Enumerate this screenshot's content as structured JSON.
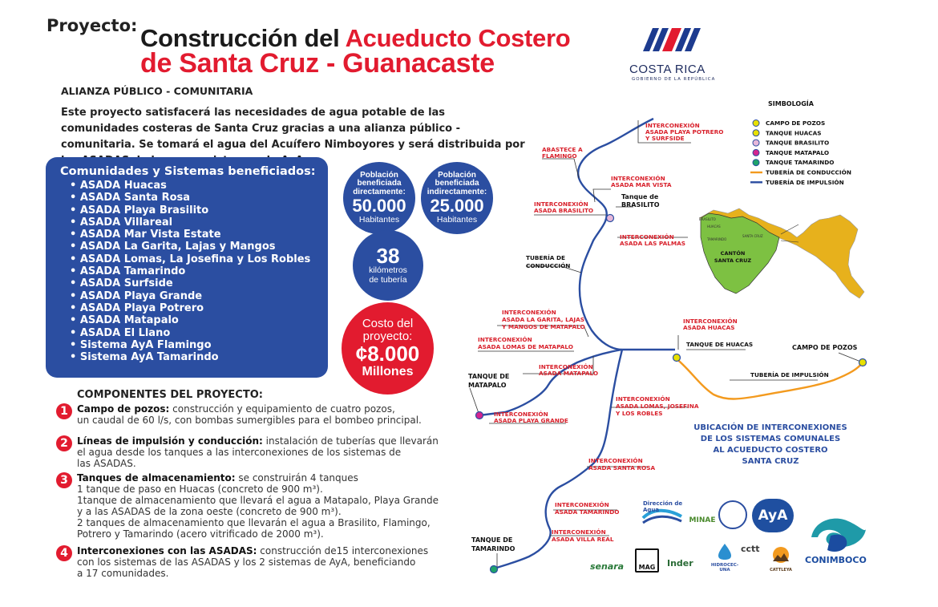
{
  "header": {
    "proyecto_label": "Proyecto:",
    "title_line1_a": "Construcción del ",
    "title_line1_b": "Acueducto Costero",
    "title_line2_a": "de ",
    "title_line2_b": "Santa Cruz - Guanacaste"
  },
  "logo": {
    "name": "COSTA RICA",
    "sub": "GOBIERNO DE LA REPÚBLICA"
  },
  "alianza": "ALIANZA PÚBLICO - COMUNITARIA",
  "intro": "Este proyecto satisfacerá las necesidades de agua potable de las comunidades costeras de Santa Cruz gracias a una alianza público - comunitaria. Se tomará el agua del Acuífero Nimboyores y será distribuida por las ASADAS de la zona y sistemas de AyA.",
  "communities": {
    "title": "Comunidades y Sistemas beneficiados:",
    "items": [
      "ASADA Huacas",
      "ASADA Santa Rosa",
      "ASADA Playa Brasilito",
      "ASADA Villareal",
      "ASADA Mar Vista Estate",
      "ASADA La Garita, Lajas y Mangos",
      "ASADA Lomas, La Josefina y Los Robles",
      "ASADA Tamarindo",
      "ASADA Surfside",
      "ASADA Playa Grande",
      "ASADA Playa Potrero",
      "ASADA Matapalo",
      "ASADA El Llano",
      "Sistema AyA Flamingo",
      "Sistema AyA Tamarindo"
    ]
  },
  "stats": {
    "pob_directa": {
      "label1": "Población",
      "label2": "beneficiada",
      "label3": "directamente:",
      "value": "50.000",
      "unit": "Habitantes"
    },
    "pob_indirecta": {
      "label1": "Población",
      "label2": "beneficiada",
      "label3": "indirectamente:",
      "value": "25.000",
      "unit": "Habitantes"
    },
    "km": {
      "value": "38",
      "label1": "kilómetros",
      "label2": "de tubería"
    },
    "costo": {
      "label1": "Costo del",
      "label2": "proyecto:",
      "value": "¢8.000",
      "unit": "Millones"
    }
  },
  "components": {
    "title": "COMPONENTES DEL PROYECTO:",
    "items": [
      {
        "num": "1",
        "head": "Campo de pozos:",
        "lines": [
          " construcción y equipamiento de cuatro pozos,",
          "un caudal de 60 l/s, con bombas sumergibles para el bombeo principal."
        ]
      },
      {
        "num": "2",
        "head": "Líneas de impulsión y conducción:",
        "lines": [
          " instalación de tuberías que llevarán",
          " el agua desde los tanques a las interconexiones de los sistemas de",
          "las ASADAS."
        ]
      },
      {
        "num": "3",
        "head": "Tanques de almacenamiento:",
        "lines": [
          " se construirán 4 tanques",
          "1 tanque de paso en Huacas (concreto de 900 m³).",
          "1tanque de almacenamiento que llevará el agua a Matapalo, Playa Grande",
          "y a las ASADAS de la zona oeste (concreto de 900 m³).",
          "2 tanques de almacenamiento que llevarán el agua a Brasilito, Flamingo,",
          "Potrero y Tamarindo (acero vitrificado de 2000 m³)."
        ]
      },
      {
        "num": "4",
        "head": "Interconexiones con las ASADAS:",
        "lines": [
          " construcción de15 interconexiones",
          "con los sistemas de las ASADAS y los 2 sistemas de AyA, beneficiando",
          "a 17 comunidades."
        ]
      }
    ]
  },
  "legend": {
    "title": "SIMBOLOGÍA",
    "items": [
      {
        "label": "CAMPO DE POZOS",
        "color": "#e8e000",
        "kind": "dot"
      },
      {
        "label": "TANQUE HUACAS",
        "color": "#e8e000",
        "kind": "dot"
      },
      {
        "label": "TANQUE BRASILITO",
        "color": "#e6b7d9",
        "kind": "dot"
      },
      {
        "label": "TANQUE MATAPALO",
        "color": "#d4248f",
        "kind": "dot"
      },
      {
        "label": "TANQUE TAMARINDO",
        "color": "#1ea36a",
        "kind": "dot"
      },
      {
        "label": "TUBERÍA DE CONDUCCIÓN",
        "color": "#f39a1e",
        "kind": "line"
      },
      {
        "label": "TUBERÍA DE IMPULSIÓN",
        "color": "#2b4ea1",
        "kind": "line"
      }
    ]
  },
  "map": {
    "interconexiones": [
      {
        "l1": "INTERCONEXIÓN",
        "l2": "ASADA PLAYA POTRERO",
        "l3": "Y SURFSIDE"
      },
      {
        "l1": "ABASTECE A",
        "l2": "FLAMINGO"
      },
      {
        "l1": "INTERCONEXIÓN",
        "l2": "ASADA MAR VISTA"
      },
      {
        "l1": "INTERCONEXIÓN",
        "l2": "ASADA BRASILITO"
      },
      {
        "l1": "INTERCONEXIÓN",
        "l2": "ASADA LAS PALMAS"
      },
      {
        "l1": "INTERCONEXIÓN",
        "l2": "ASADA LA GARITA, LAJAS",
        "l3": "Y MANGOS DE MATAPALO"
      },
      {
        "l1": "INTERCONEXIÓN",
        "l2": "ASADA LOMAS DE MATAPALO"
      },
      {
        "l1": "INTERCONEXIÓN",
        "l2": "ASADA  MATAPALO"
      },
      {
        "l1": "INTERCONEXIÓN",
        "l2": "ASADA  PLAYA GRANDE"
      },
      {
        "l1": "INTERCONEXIÓN",
        "l2": "ASADA HUACAS"
      },
      {
        "l1": "INTERCONEXIÓN",
        "l2": "ASADA LOMAS, JOSEFINA",
        "l3": "Y LOS ROBLES"
      },
      {
        "l1": "INTERCONEXIÓN",
        "l2": "ASADA SANTA ROSA"
      },
      {
        "l1": "INTERCONEXIÓN",
        "l2": "ASADA TAMARINDO"
      },
      {
        "l1": "INTERCONEXIÓN",
        "l2": "ASADA VILLA REAL"
      }
    ],
    "tanque_brasilito": [
      "Tanque de",
      "BRASILITO"
    ],
    "tuberia_conduccion": [
      "TUBERÍA DE",
      "CONDUCCIÓN"
    ],
    "tanque_huacas": "TANQUE DE HUACAS",
    "campo_pozos": "CAMPO DE POZOS",
    "tuberia_impulsion": "TUBERÍA DE IMPULSIÓN",
    "tanque_matapalo": [
      "TANQUE DE",
      "MATAPALO"
    ],
    "tanque_tamarindo": [
      "TANQUE DE",
      "TAMARINDO"
    ],
    "ubicacion": [
      "UBICACIÓN DE INTERCONEXIONES",
      "DE LOS SISTEMAS COMUNALES",
      "AL ACUEDUCTO COSTERO",
      "SANTA CRUZ"
    ],
    "canton": [
      "CANTÓN",
      "SANTA CRUZ"
    ],
    "canton_places": [
      "BRASILITO",
      "HUACAS",
      "TAMARINDO",
      "SANTA CRUZ"
    ]
  },
  "partners": {
    "direccion_agua": "Dirección de Agua",
    "minae": "MINAE",
    "aya": "AyA",
    "conimboco": "CONIMBOCO",
    "senara": "senara",
    "mag": "MAG",
    "inder": "Inder",
    "hidrocec": "HIDROCEC-UNA",
    "cctt": "cctt",
    "cattleya": "CATTLEYA"
  }
}
